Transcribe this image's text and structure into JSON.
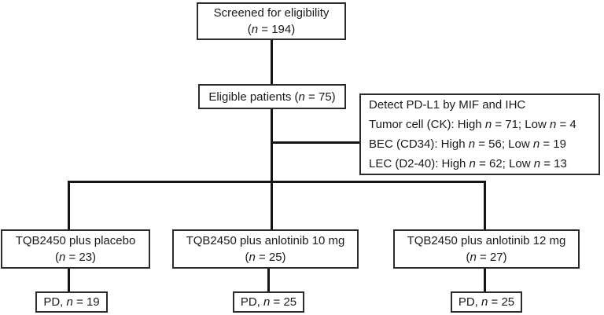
{
  "flow": {
    "screened": {
      "line1": "Screened for eligibility",
      "line2": "(n = 194)"
    },
    "eligible": {
      "text": "Eligible patients (n = 75)"
    },
    "pdl1_note": {
      "lines": [
        "Detect PD-L1 by MIF and IHC",
        "Tumor cell (CK): High n = 71; Low n = 4",
        "BEC (CD34): High n = 56; Low n = 19",
        "LEC (D2-40): High n = 62; Low n = 13"
      ]
    },
    "arms": [
      {
        "line1": "TQB2450 plus placebo",
        "line2": "(n = 23)",
        "outcome": "PD, n = 19"
      },
      {
        "line1": "TQB2450 plus anlotinib 10 mg",
        "line2": "(n = 25)",
        "outcome": "PD, n = 25"
      },
      {
        "line1": "TQB2450 plus anlotinib 12 mg",
        "line2": "(n = 27)",
        "outcome": "PD, n = 25"
      }
    ],
    "colors": {
      "line": "#141414",
      "border": "#2b2b2b",
      "text": "#1a1a1a",
      "background": "#ffffff"
    }
  }
}
